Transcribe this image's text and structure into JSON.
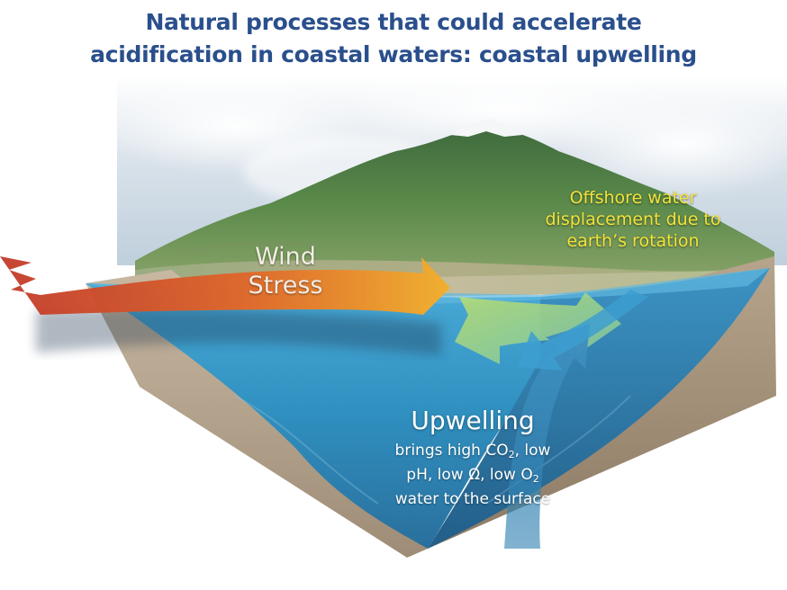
{
  "title": {
    "line1": "Natural processes that could accelerate",
    "line2": "acidification in coastal waters: coastal upwelling"
  },
  "labels": {
    "wind_line1": "Wind",
    "wind_line2": "Stress",
    "offshore_line1": "Offshore water",
    "offshore_line2": "displacement due to",
    "offshore_line3": "earth’s rotation",
    "upwelling_title": "Upwelling",
    "upwelling_l1_pre": "brings high CO",
    "upwelling_l1_sub": "2",
    "upwelling_l1_post": ", low",
    "upwelling_l2_pre": "pH, low Ω, low O",
    "upwelling_l2_sub": "2",
    "upwelling_l3": "water to the surface"
  },
  "colors": {
    "title": "#2a4f8c",
    "offshore_text": "#f2e23a",
    "ocean": "#2f8fbf",
    "wind_arrow_start": "#c23a2a",
    "wind_arrow_end": "#f0b030"
  }
}
